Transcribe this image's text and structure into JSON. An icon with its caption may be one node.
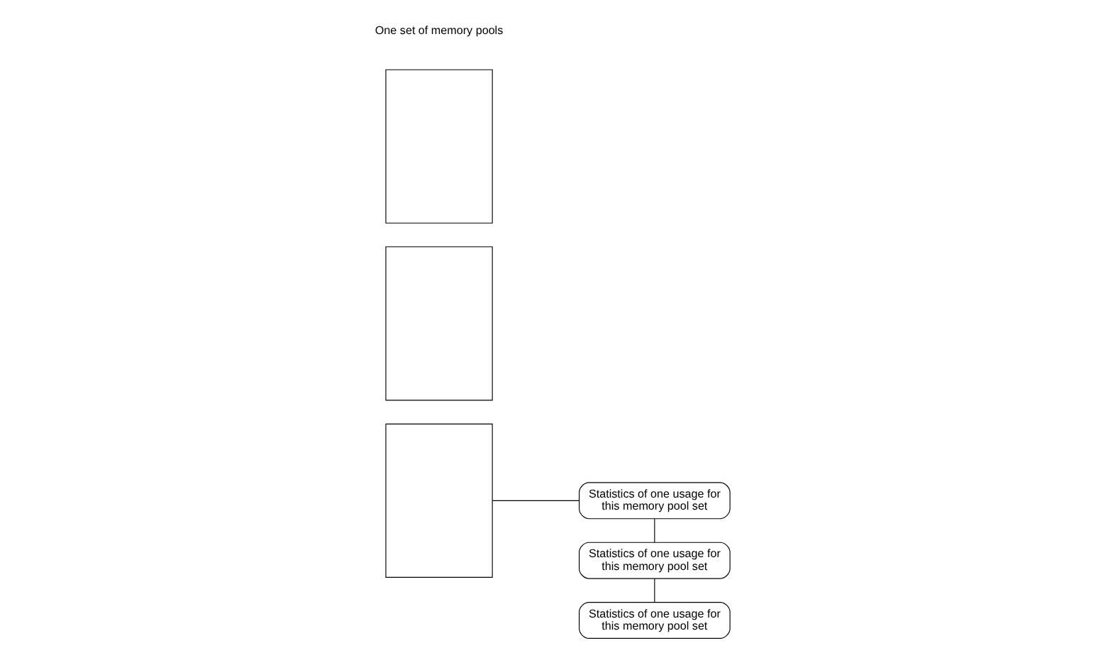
{
  "diagram": {
    "nodes": [
      {
        "text": [],
        "shape": "box"
      },
      {
        "text": [],
        "shape": "box"
      },
      {
        "text": [],
        "shape": "box"
      },
      {
        "text": [
          "Statistics of one usage for this memory pool set"
        ]
      },
      {
        "text": [
          "Statistics of one usage for this memory pool set"
        ]
      },
      {
        "text": [
          "Statistics of one usage for this memory pool set"
        ]
      }
    ],
    "edges": [
      {
        "from": 2,
        "to": 3,
        "arrow": "none"
      },
      {
        "from": 3,
        "to": 4,
        "arrow": "none"
      },
      {
        "from": 4,
        "to": 5,
        "arrow": "none"
      }
    ],
    "labels": [
      "One set of memory pools"
    ]
  }
}
